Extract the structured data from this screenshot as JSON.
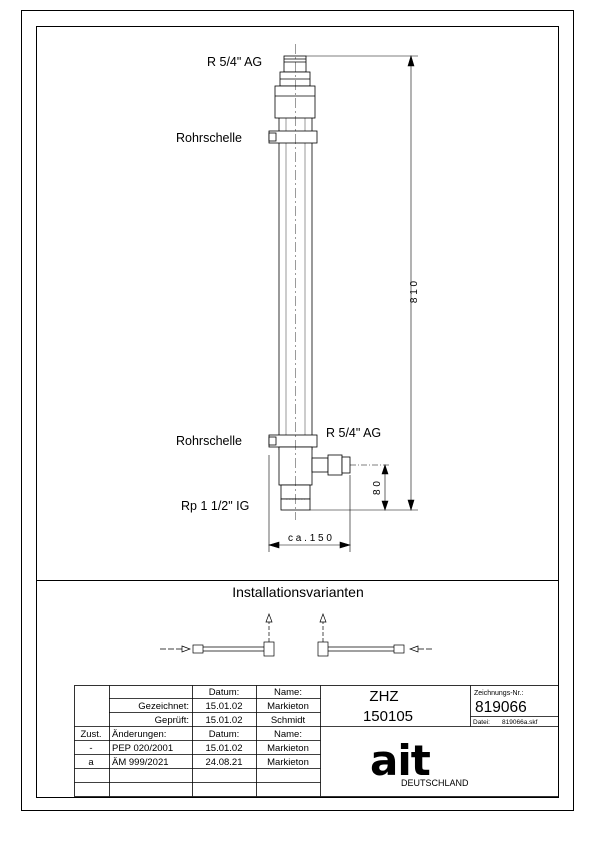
{
  "drawing": {
    "label_top_thread": "R 5/4\" AG",
    "label_clamp_top": "Rohrschelle",
    "label_clamp_bottom": "Rohrschelle",
    "label_side_thread": "R 5/4\" AG",
    "label_bottom_thread": "Rp 1 1/2\" IG",
    "dim_total_height": "8 1 0",
    "dim_offset_height": "8 0",
    "dim_width": "c a . 1 5 0"
  },
  "installation": {
    "title": "Installationsvarianten"
  },
  "title_block": {
    "col_date": "Datum:",
    "col_name": "Name:",
    "drawn_label": "Gezeichnet:",
    "drawn_date": "15.01.02",
    "drawn_name": "Markieton",
    "checked_label": "Geprüft:",
    "checked_date": "15.01.02",
    "checked_name": "Schmidt",
    "state_label": "Zust.",
    "changes_label": "Änderungen:",
    "changes_date_label": "Datum:",
    "changes_name_label": "Name:",
    "rev1_state": "-",
    "rev1_change": "PEP 020/2001",
    "rev1_date": "15.01.02",
    "rev1_name": "Markieton",
    "rev2_state": "a",
    "rev2_change": "ÄM 999/2021",
    "rev2_date": "24.08.21",
    "rev2_name": "Markieton",
    "product_line1": "ZHZ",
    "product_line2": "150105",
    "drawing_no_label": "Zeichnungs-Nr.:",
    "drawing_no": "819066",
    "file_label": "Datei:",
    "file_name": "819066a.skf",
    "logo_text": "ait",
    "logo_sub": "DEUTSCHLAND"
  }
}
